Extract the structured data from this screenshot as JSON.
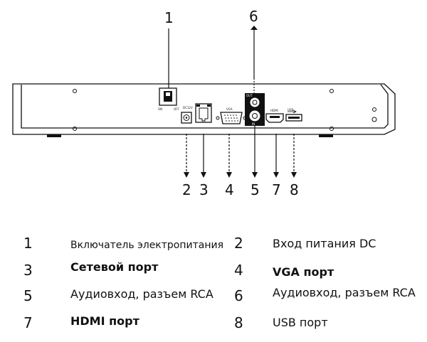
{
  "callouts": {
    "top": [
      {
        "number": "1"
      },
      {
        "number": "6"
      }
    ],
    "bottom": [
      {
        "number": "2"
      },
      {
        "number": "3"
      },
      {
        "number": "4"
      },
      {
        "number": "5"
      },
      {
        "number": "7"
      },
      {
        "number": "8"
      }
    ]
  },
  "panel": {
    "switch_on": "ON",
    "switch_off": "OFF",
    "dc_label": "DC12V",
    "vga_label": "VGA",
    "audio_out": "OUT",
    "audio_in": "IN",
    "hdmi_label": "HDMI",
    "usb_label": "USB"
  },
  "legend": [
    {
      "number": "1",
      "text": "Включатель электропитания"
    },
    {
      "number": "2",
      "text": "Вход питания DC"
    },
    {
      "number": "3",
      "text": "Сетевой порт"
    },
    {
      "number": "4",
      "text": "VGA порт"
    },
    {
      "number": "5",
      "text": "Аудиовход, разъем RCA"
    },
    {
      "number": "6",
      "text": "Аудиовход, разъем RCA"
    },
    {
      "number": "7",
      "text": "HDMI порт"
    },
    {
      "number": "8",
      "text": "USB порт"
    }
  ]
}
